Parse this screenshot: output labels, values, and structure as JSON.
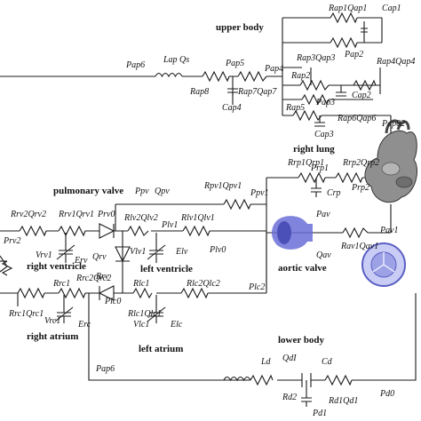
{
  "sections": {
    "upper_body": "upper body",
    "right_lung": "right lung",
    "pulmonary_valve": "pulmonary valve",
    "right_ventricle": "right ventricle",
    "left_ventricle": "left ventricle",
    "aortic_valve": "aortic valve",
    "right_atrium": "right atrium",
    "left_atrium": "left atrium",
    "lower_body": "lower body"
  },
  "labels": {
    "Rap1Qap1": "Rap1Qap1",
    "Cap1": "Cap1",
    "Pap6": "Pap6",
    "Lap": "Lap",
    "Qs": "Qs",
    "Pap5": "Pap5",
    "Pap4": "Pap4",
    "Rap3": "Rap3Qap3",
    "Rap2": "Rap2",
    "Pap2": "Pap2",
    "Rap4Qap4": "Rap4Qap4",
    "Rap8": "Rap8",
    "Rap7Qap7": "Rap7Qap7",
    "Cap2": "Cap2",
    "Cap4": "Cap4",
    "Rap5": "Rap5",
    "Pap3": "Pap3",
    "Rap6Qap6": "Rap6Qap6",
    "Pap02": "Pap02",
    "Cap3": "Cap3",
    "Rrp1Qrp1": "Rrp1Qrp1",
    "Prp1": "Prp1",
    "Rrp2Qrp2": "Rrp2Qrp2",
    "Crp": "Crp",
    "Prp2": "Prp2",
    "Ppv": "Ppv",
    "Qpv": "Qpv",
    "Rpv1Qpv1": "Rpv1Qpv1",
    "Ppv1": "Ppv1",
    "Rrv2Qrv2": "Rrv2Qrv2",
    "Rrv1Qrv1": "Rrv1Qrv1",
    "Prv0": "Prv0",
    "Prv2": "Prv2",
    "Vrv1": "Vrv1",
    "Erv": "Erv",
    "Qrv": "Qrv",
    "Rrv": "Rrv",
    "Rlv2Qlv2": "Rlv2Qlv2",
    "Plv1": "Plv1",
    "Rlv1Qlv1": "Rlv1Qlv1",
    "Vlv1": "Vlv1",
    "Elv": "Elv",
    "Plv0": "Plv0",
    "Pav": "Pav",
    "Qav": "Qav",
    "Rav1Qav1": "Rav1Qav1",
    "Pav1": "Pav1",
    "Rrc1": "Rrc1",
    "Rrc2Qrc2": "Rrc2Qrc2",
    "Rlc1": "Rlc1",
    "Rlc2Qlc2": "Rlc2Qlc2",
    "Plc2": "Plc2",
    "Rrc1Qrc1": "Rrc1Qrc1",
    "Vrc1": "Vrc1",
    "Erc": "Erc",
    "Rlc1Qlc1": "Rlc1Qlc1",
    "Vlc1": "Vlc1",
    "Elc": "Elc",
    "Plc0": "Plc0",
    "Pap6b": "Pap6",
    "Ld": "Ld",
    "QdI": "QdI",
    "Cd": "Cd",
    "Rd2": "Rd2",
    "Rd1Qd1": "Rd1Qd1",
    "Pd1": "Pd1",
    "Pd0": "Pd0"
  },
  "colors": {
    "wire": "#1a1a1a",
    "valve_blue": "#6b6fd6",
    "heart_gray": "#8a8a8a"
  }
}
